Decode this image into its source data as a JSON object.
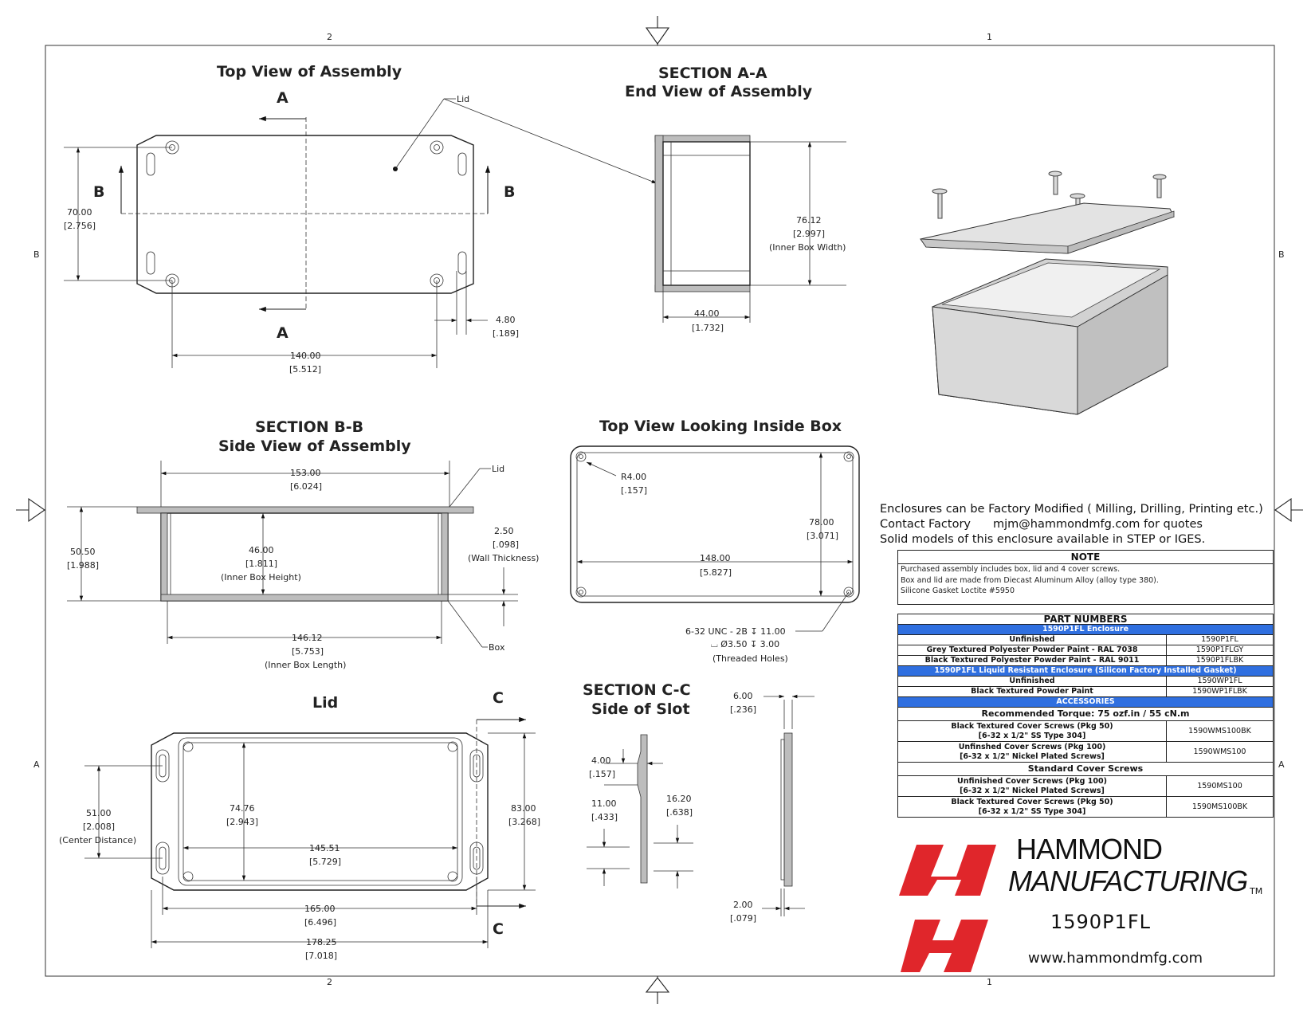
{
  "zones": {
    "col_left": "2",
    "col_right": "1",
    "row_top": "B",
    "row_bottom": "A"
  },
  "views": {
    "top_view": "Top View of Assembly",
    "section_aa_1": "SECTION A-A",
    "section_aa_2": "End View of Assembly",
    "section_bb_1": "SECTION B-B",
    "section_bb_2": "Side View of Assembly",
    "inside_view": "Top View Looking Inside Box",
    "lid_view": "Lid",
    "section_cc_1": "SECTION  C-C",
    "section_cc_2": "Side  of Slot"
  },
  "labels": {
    "a": "A",
    "b": "B",
    "c": "C",
    "lid": "Lid",
    "box": "Box"
  },
  "dims": {
    "tv_height": "70.00",
    "tv_height_in": "[2.756]",
    "tv_slot": "4.80",
    "tv_slot_in": "[.189]",
    "tv_width": "140.00",
    "tv_width_in": "[5.512]",
    "aa_width": "76.12",
    "aa_width_in": "[2.997]",
    "aa_width_note": "(Inner Box Width)",
    "aa_depth": "44.00",
    "aa_depth_in": "[1.732]",
    "bb_top": "153.00",
    "bb_top_in": "[6.024]",
    "bb_height": "50.50",
    "bb_height_in": "[1.988]",
    "bb_inner_h": "46.00",
    "bb_inner_h_in": "[1.811]",
    "bb_inner_h_note": "(Inner Box Height)",
    "bb_wall": "2.50",
    "bb_wall_in": "[.098]",
    "bb_wall_note": "(Wall Thickness)",
    "bb_len": "146.12",
    "bb_len_in": "[5.753]",
    "bb_len_note": "(Inner Box Length)",
    "in_r": "R4.00",
    "in_r_in": "[.157]",
    "in_h": "78.00",
    "in_h_in": "[3.071]",
    "in_w": "148.00",
    "in_w_in": "[5.827]",
    "holes_1": "6-32 UNC - 2B ↧ 11.00",
    "holes_2": "⌴ Ø3.50 ↧ 3.00",
    "holes_3": "(Threaded Holes)",
    "lid_center": "51.00",
    "lid_center_in": "[2.008]",
    "lid_center_note": "(Center Distance)",
    "lid_inner_h": "74.76",
    "lid_inner_h_in": "[2.943]",
    "lid_inner_w": "145.51",
    "lid_inner_w_in": "[5.729]",
    "lid_h": "83.00",
    "lid_h_in": "[3.268]",
    "lid_w1": "165.00",
    "lid_w1_in": "[6.496]",
    "lid_w2": "178.25",
    "lid_w2_in": "[7.018]",
    "cc_4": "4.00",
    "cc_4_in": "[.157]",
    "cc_11": "11.00",
    "cc_11_in": "[.433]",
    "cc_16": "16.20",
    "cc_16_in": "[.638]",
    "cc_6": "6.00",
    "cc_6_in": "[.236]",
    "cc_2": "2.00",
    "cc_2_in": "[.079]"
  },
  "info": {
    "line1": "Enclosures can be Factory Modified ( Milling, Drilling, Printing etc.)",
    "line2_a": "Contact Factory",
    "line2_b": "mjm@hammondmfg.com for quotes",
    "line3": "Solid models of this enclosure available in STEP or IGES."
  },
  "note": {
    "title": "NOTE",
    "lines": [
      "Purchased assembly includes box, lid and 4 cover screws.",
      "Box and lid are made from Diecast Aluminum Alloy (alloy type 380).",
      "Silicone Gasket Loctite #5950"
    ]
  },
  "parts": {
    "title": "PART NUMBERS",
    "enclosure_hdr": "1590P1FL Enclosure",
    "e1_label": "Unfinished",
    "e1_pn": "1590P1FL",
    "e2_label": "Grey Textured Polyester Powder Paint - RAL 7038",
    "e2_pn": "1590P1FLGY",
    "e3_label": "Black Textured Polyester Powder Paint - RAL 9011",
    "e3_pn": "1590P1FLBK",
    "lr_hdr": "1590P1FL Liquid Resistant Enclosure (Silicon Factory Installed Gasket)",
    "l1_label": "Unfinished",
    "l1_pn": "1590WP1FL",
    "l2_label": "Black Textured Powder Paint",
    "l2_pn": "1590WP1FLBK",
    "acc_hdr": "ACCESSORIES",
    "torque": "Recommended Torque: 75 ozf.in / 55 cN.m",
    "a1_label": "Black Textured Cover Screws (Pkg 50)",
    "a1_sub": "[6-32 x 1/2\" SS Type 304]",
    "a1_pn": "1590WMS100BK",
    "a2_label": "Unfinshed Cover Screws (Pkg 100)",
    "a2_sub": "[6-32 x 1/2\" Nickel Plated Screws]",
    "a2_pn": "1590WMS100",
    "std_hdr": "Standard Cover Screws",
    "s1_label": "Unfinished Cover Screws (Pkg 100)",
    "s1_sub": "[6-32 x 1/2\" Nickel Plated Screws]",
    "s1_pn": "1590MS100",
    "s2_label": "Black Textured Cover Screws (Pkg 50)",
    "s2_sub": "[6-32 x 1/2\" SS Type 304]",
    "s2_pn": "1590MS100BK"
  },
  "brand": {
    "name1": "HAMMOND",
    "name2": "MANUFACTURING",
    "tm": "TM",
    "part_number": "1590P1FL",
    "website": "www.hammondmfg.com",
    "logo_color": "#e0262b",
    "accent_blue": "#2f6fe0"
  }
}
